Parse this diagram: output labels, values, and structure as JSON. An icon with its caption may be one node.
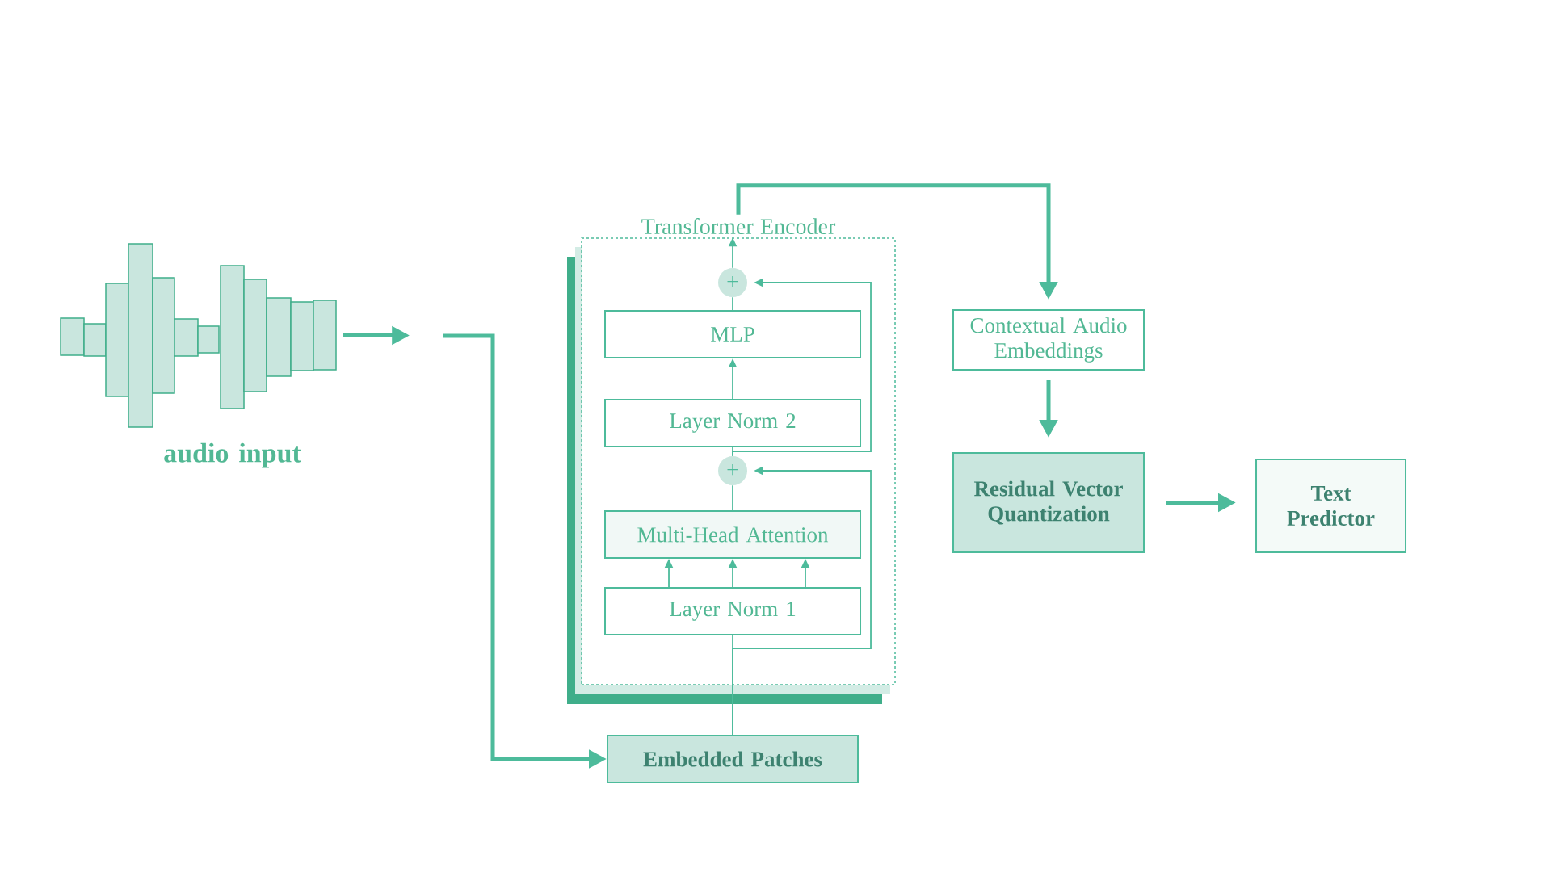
{
  "diagram": {
    "nodes": [
      {
        "text": [],
        "shape": "picture",
        "beside": [
          "audio input"
        ]
      },
      {
        "text": [
          "Transformer Encoder"
        ]
      },
      {
        "text": [
          "+"
        ],
        "in": 1
      },
      {
        "text": [
          "MLP"
        ],
        "in": 1
      },
      {
        "text": [
          "Layer Norm 2"
        ],
        "in": 1
      },
      {
        "text": [
          "+"
        ],
        "in": 1
      },
      {
        "text": [
          "Multi-Head Attention"
        ],
        "in": 1
      },
      {
        "text": [
          "Layer Norm 1"
        ],
        "in": 1
      },
      {
        "text": [
          "Embedded Patches"
        ]
      },
      {
        "text": [
          "Contextual Audio Embeddings"
        ]
      },
      {
        "text": [
          "Residual Vector Quantization"
        ]
      },
      {
        "text": [
          "Text Predictor"
        ]
      }
    ],
    "edges": [
      {
        "from": 0,
        "to": null,
        "arrow": "to",
        "style": "thick"
      },
      {
        "from": null,
        "to": 8,
        "arrow": "to",
        "style": "thick"
      },
      {
        "from": 8,
        "to": 7,
        "arrow": "none"
      },
      {
        "from": 7,
        "to": 6,
        "arrow": "to"
      },
      {
        "from": 7,
        "to": 6,
        "arrow": "to"
      },
      {
        "from": 7,
        "to": 6,
        "arrow": "to"
      },
      {
        "from": 6,
        "to": 5,
        "arrow": "none"
      },
      {
        "from": 8,
        "to": 5,
        "arrow": "to"
      },
      {
        "from": 5,
        "to": 4,
        "arrow": "none"
      },
      {
        "from": 5,
        "to": 2,
        "arrow": "to"
      },
      {
        "from": 4,
        "to": 3,
        "arrow": "to"
      },
      {
        "from": 3,
        "to": 2,
        "arrow": "none"
      },
      {
        "from": 2,
        "to": 1,
        "arrow": "to"
      },
      {
        "from": 1,
        "to": 9,
        "arrow": "to",
        "style": "thick"
      },
      {
        "from": 9,
        "to": 10,
        "arrow": "to",
        "style": "thick"
      },
      {
        "from": 10,
        "to": 11,
        "arrow": "to",
        "style": "thick"
      }
    ]
  }
}
